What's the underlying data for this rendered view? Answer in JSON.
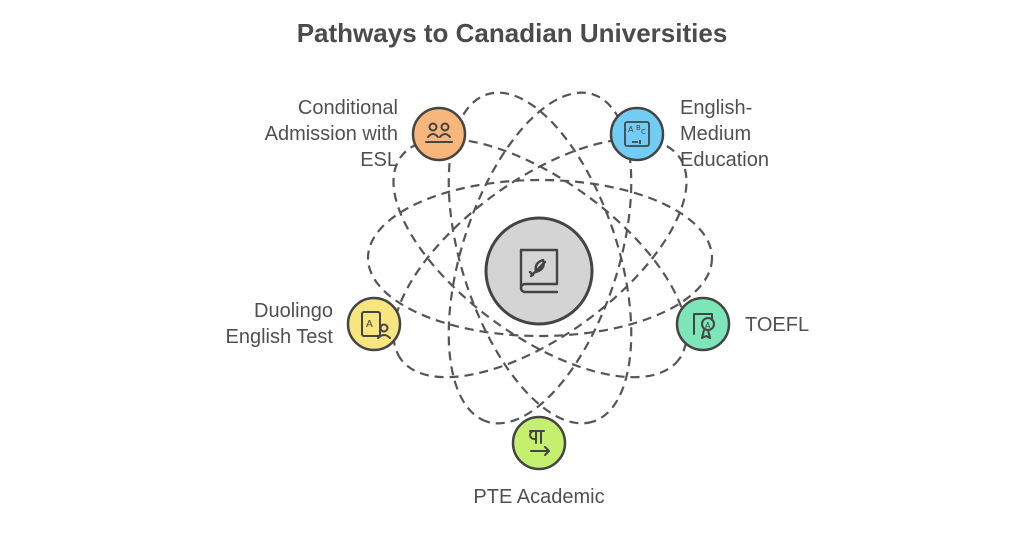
{
  "title": "Pathways to Canadian Universities",
  "center": {
    "icon": "book-bird-icon",
    "color": "#d4d4d4"
  },
  "nodes": [
    {
      "key": "conditional",
      "label": "Conditional\nAdmission with\nESL",
      "icon": "people-icon",
      "color": "#f7b77c"
    },
    {
      "key": "english_medium",
      "label": "English-\nMedium\nEducation",
      "icon": "alphabet-book-icon",
      "color": "#73ccf4"
    },
    {
      "key": "duolingo",
      "label": "Duolingo\nEnglish Test",
      "icon": "test-card-icon",
      "color": "#f7e57f"
    },
    {
      "key": "toefl",
      "label": "TOEFL",
      "icon": "certificate-icon",
      "color": "#7de6b9"
    },
    {
      "key": "pte",
      "label": "PTE Academic",
      "icon": "paragraph-arrow-icon",
      "color": "#c4ef6f"
    }
  ]
}
